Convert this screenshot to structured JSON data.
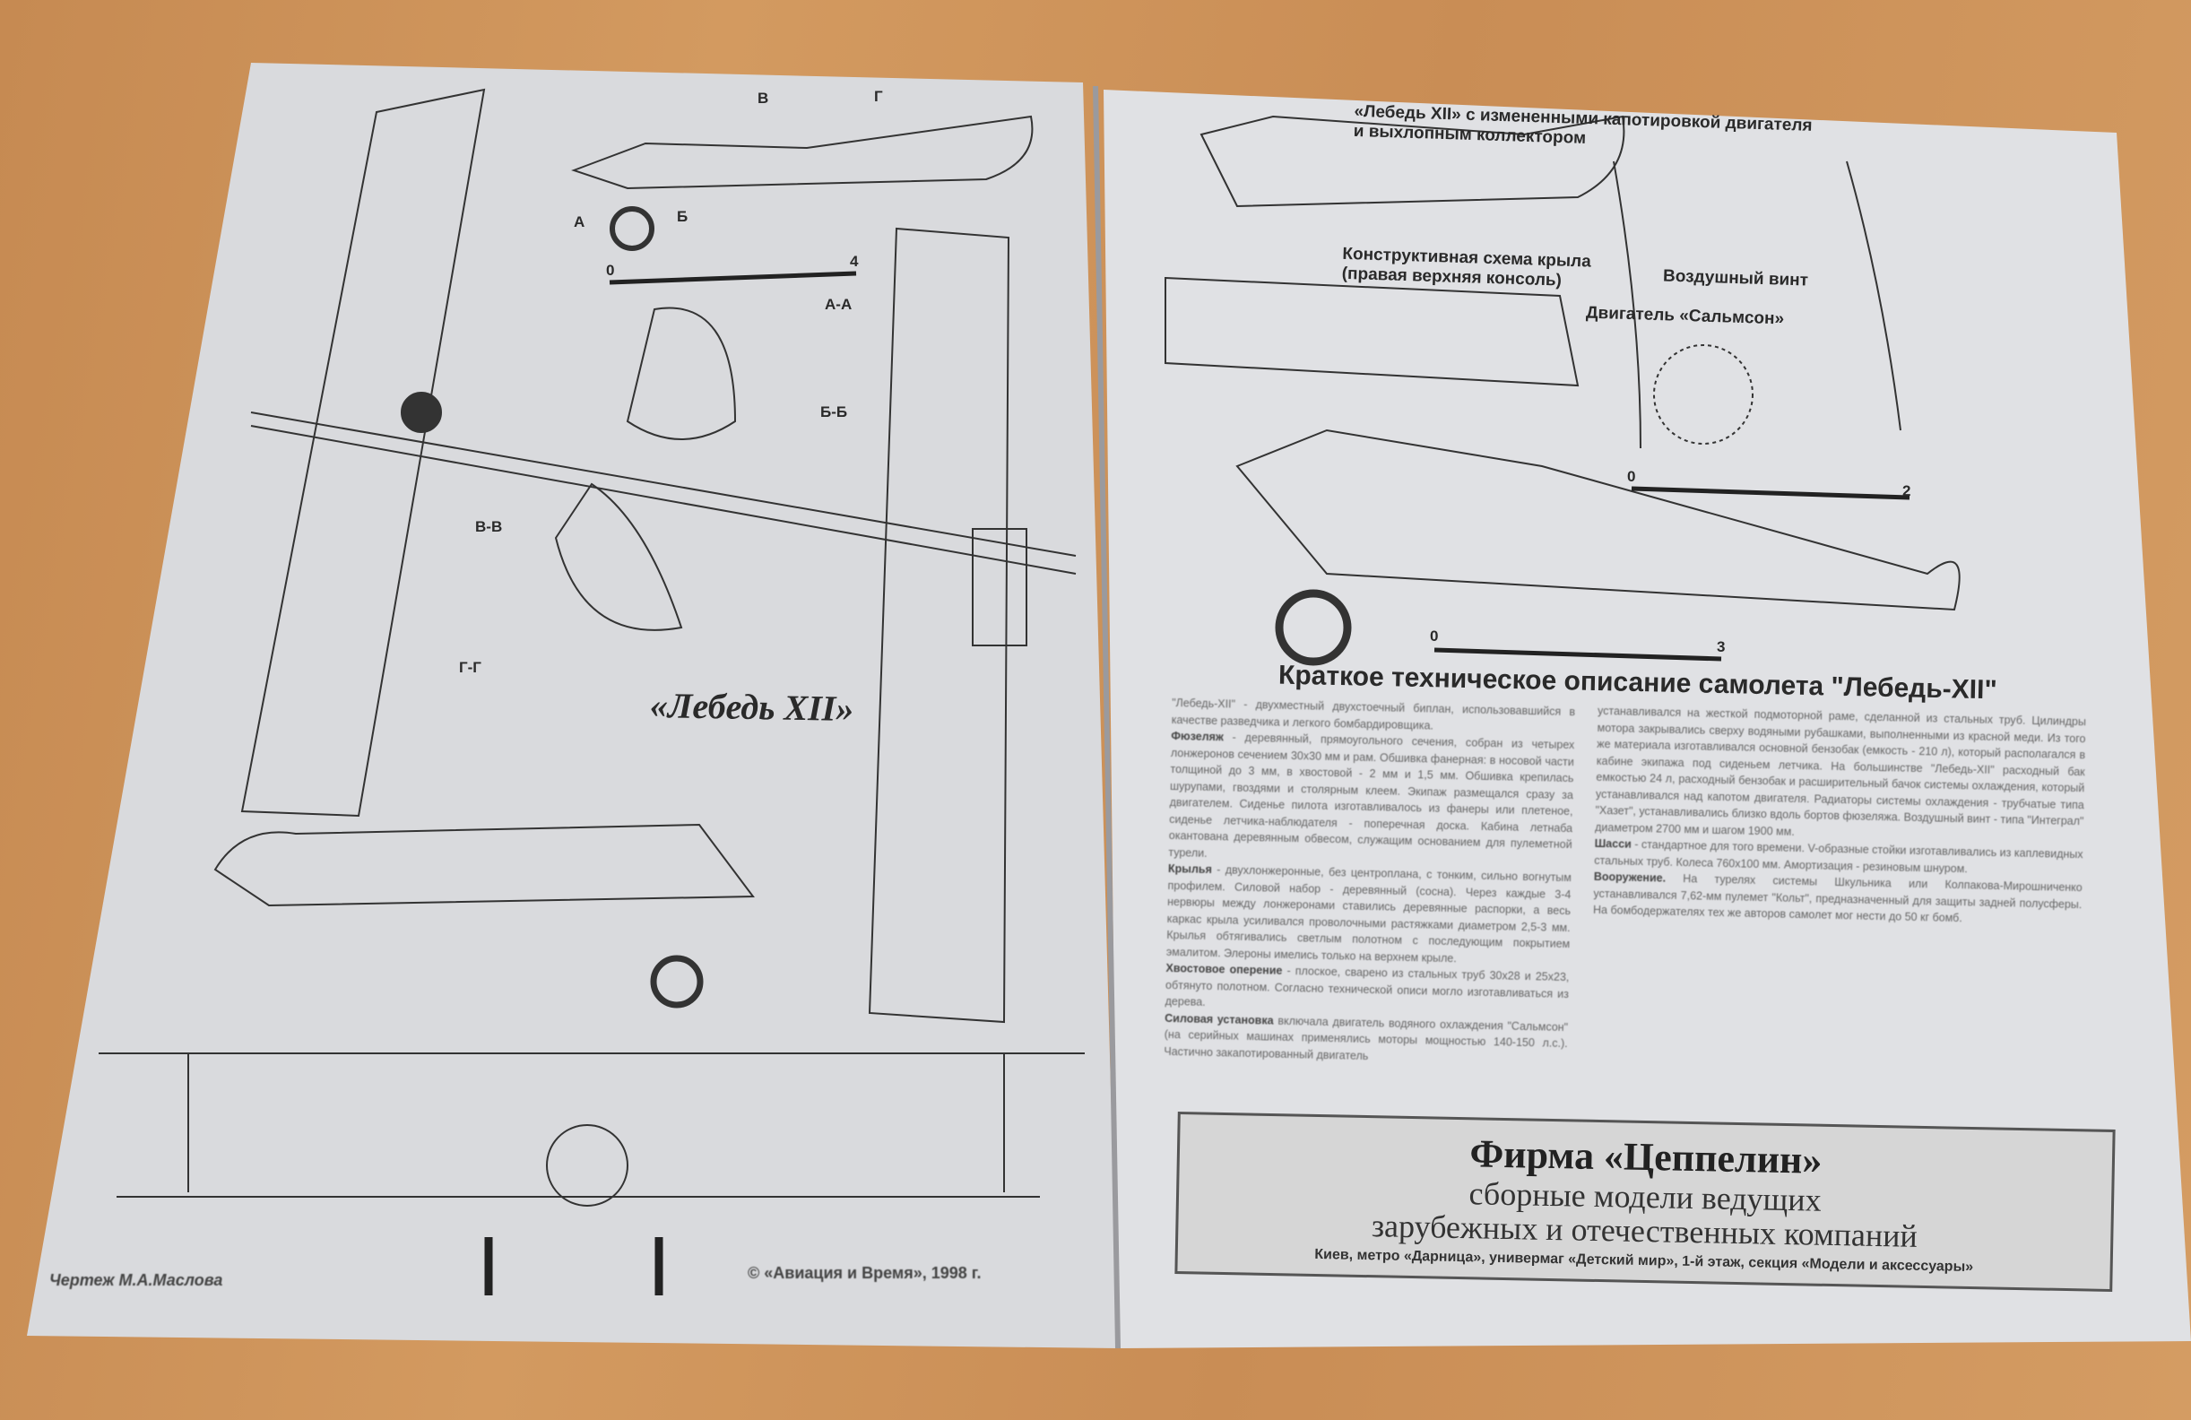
{
  "left_page": {
    "title": "«Лебедь XII»",
    "section_labels": [
      "А-А",
      "Б-Б",
      "В-В",
      "Г-Г"
    ],
    "view_markers": [
      "А",
      "Б",
      "В",
      "Г"
    ],
    "scale": {
      "start": "0",
      "end": "4"
    },
    "footer_author": "Чертеж М.А.Маслова",
    "footer_copyright": "© «Авиация и Время», 1998 г."
  },
  "right_page": {
    "caption_variant": "«Лебедь XII» с измененными капотировкой двигателя и выхлопным коллектором",
    "caption_wing": "Конструктивная схема крыла (правая верхняя консоль)",
    "caption_propeller": "Воздушный винт",
    "caption_engine": "Двигатель «Сальмсон»",
    "scale_small": {
      "start": "0",
      "end": "2"
    },
    "scale_large": {
      "start": "0",
      "end": "3"
    },
    "article_title": "Краткое техническое описание самолета \"Лебедь-XII\"",
    "col1_intro": "\"Лебедь-XII\" - двухместный двухстоечный биплан, использовавшийся в качестве разведчика и легкого бомбардировщика.",
    "col1_fuselage_head": "Фюзеляж",
    "col1_fuselage": " - деревянный, прямоугольного сечения, собран из четырех лонжеронов сечением 30х30 мм и рам. Обшивка фанерная: в носовой части толщиной до 3 мм, в хвостовой - 2 мм и 1,5 мм. Обшивка крепилась шурупами, гвоздями и столярным клеем. Экипаж размещался сразу за двигателем. Сиденье пилота изготавливалось из фанеры или плетеное, сиденье летчика-наблюдателя - поперечная доска. Кабина летнаба окантована деревянным обвесом, служащим основанием для пулеметной турели.",
    "col1_wings_head": "Крылья",
    "col1_wings": " - двухлонжеронные, без центроплана, с тонким, сильно вогнутым профилем. Силовой набор - деревянный (сосна). Через каждые 3-4 нервюры между лонжеронами ставились деревянные распорки, а весь каркас крыла усиливался проволочными растяжками диаметром 2,5-3 мм. Крылья обтягивались светлым полотном с последующим покрытием эмалитом. Элероны имелись только на верхнем крыле.",
    "col1_tail_head": "Хвостовое оперение",
    "col1_tail": " - плоское, сварено из стальных труб 30х28 и 25х23, обтянуто полотном. Согласно технической описи могло изготавливаться из дерева.",
    "col1_power_head": "Силовая установка",
    "col1_power": " включала двигатель водяного охлаждения \"Сальмсон\" (на серийных машинах применялись моторы мощностью 140-150 л.с.). Частично закапотированный двигатель",
    "col2_text": "устанавливался на жесткой подмоторной раме, сделанной из стальных труб. Цилиндры мотора закрывались сверху водяными рубашками, выполненными из красной меди. Из того же материала изготавливался основной бензобак (емкость - 210 л), который располагался в кабине экипажа под сиденьем летчика. На большинстве \"Лебедь-XII\" расходный бак емкостью 24 л, расходный бензобак и расширительный бачок системы охлаждения, который устанавливался над капотом двигателя. Радиаторы системы охлаждения - трубчатые типа \"Хазет\", устанавливались близко вдоль бортов фюзеляжа. Воздушный винт - типа \"Интеграл\" диаметром 2700 мм и шагом 1900 мм.",
    "col2_chassis_head": "Шасси",
    "col2_chassis": " - стандартное для того времени. V-образные стойки изготавливались из каплевидных стальных труб. Колеса 760х100 мм. Амортизация - резиновым шнуром.",
    "col2_arms_head": "Вооружение.",
    "col2_arms": " На турелях системы Шкульника или Колпакова-Мирошниченко устанавливался 7,62-мм пулемет \"Кольт\", предназначенный для защиты задней полусферы. На бомбодержателях тех же авторов самолет мог нести до 50 кг бомб."
  },
  "advert": {
    "heading": "Фирма «Цеппелин»",
    "line1": "сборные модели ведущих",
    "line2": "зарубежных и отечественных компаний",
    "address": "Киев, метро «Дарница», универмаг «Детский мир», 1-й этаж, секция «Модели и аксессуары»"
  },
  "colors": {
    "table": "#c98d55",
    "paper": "#dedfe2",
    "ink": "#2a2a2a"
  }
}
